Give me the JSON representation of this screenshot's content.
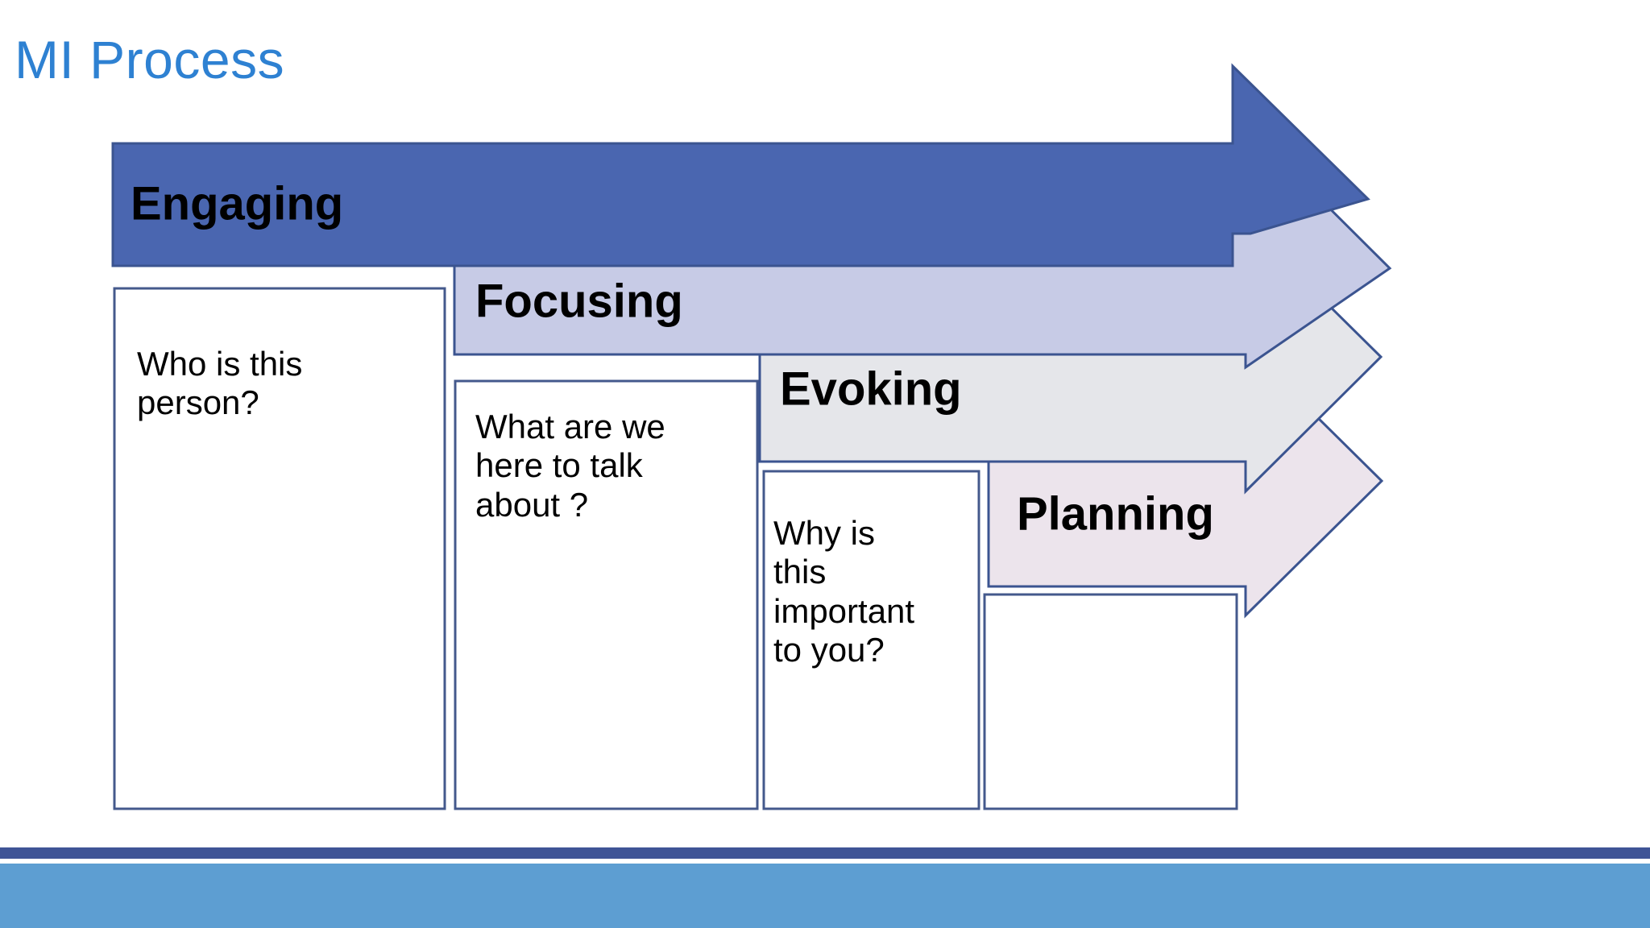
{
  "slide": {
    "title": "MI Process",
    "title_color": "#2e81d2",
    "background_color": "#ffffff"
  },
  "footer": {
    "accent_bar_color": "#3f5496",
    "band_color": "#5d9ed2"
  },
  "diagram": {
    "type": "cascading-chevron-process",
    "stroke_color": "#3b5490",
    "stages": [
      {
        "id": "engaging",
        "label": "Engaging",
        "fill_color": "#4a66b0",
        "question": "Who is this\nperson?"
      },
      {
        "id": "focusing",
        "label": "Focusing",
        "fill_color": "#c7cbe6",
        "question": "What are we\nhere to talk\nabout ?"
      },
      {
        "id": "evoking",
        "label": "Evoking",
        "fill_color": "#e5e6ea",
        "question": "Why is\nthis\nimportant\nto you?"
      },
      {
        "id": "planning",
        "label": "Planning",
        "fill_color": "#ece4ec",
        "question": ""
      }
    ]
  }
}
